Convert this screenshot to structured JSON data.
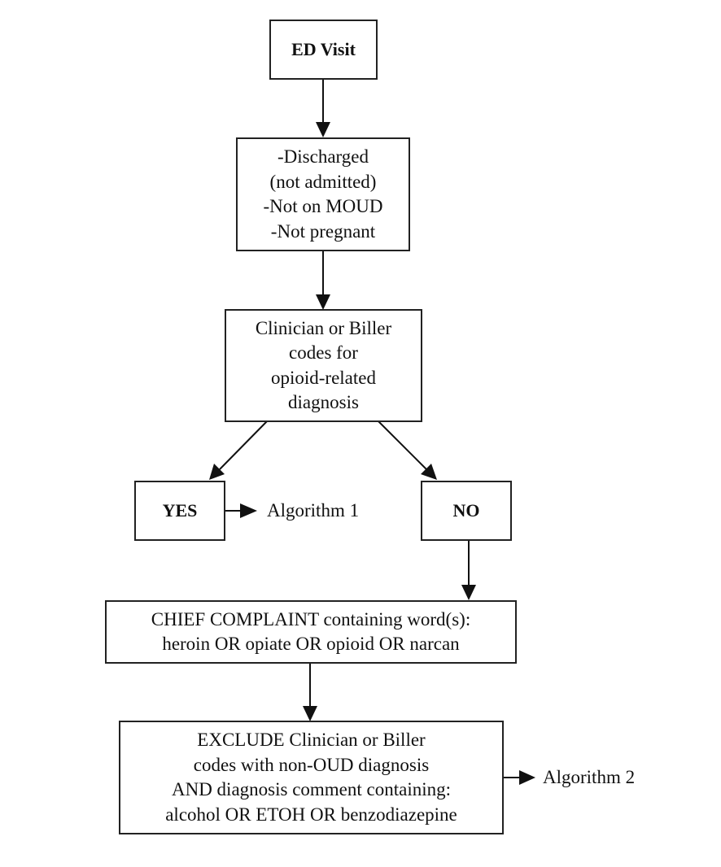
{
  "nodes": {
    "ed_visit": {
      "lines": [
        "ED Visit"
      ]
    },
    "criteria": {
      "lines": [
        "-Discharged",
        "(not admitted)",
        "-Not on MOUD",
        "-Not pregnant"
      ]
    },
    "coding": {
      "lines": [
        "Clinician or Biller",
        "codes for",
        "opioid-related",
        "diagnosis"
      ]
    },
    "yes": {
      "lines": [
        "YES"
      ]
    },
    "no": {
      "lines": [
        "NO"
      ]
    },
    "chief_complaint": {
      "lines": [
        "CHIEF COMPLAINT containing word(s):",
        "heroin OR opiate OR opioid OR narcan"
      ]
    },
    "exclude": {
      "lines": [
        "EXCLUDE Clinician or Biller",
        "codes with non-OUD diagnosis",
        "AND diagnosis comment containing:",
        "alcohol OR ETOH OR benzodiazepine"
      ]
    }
  },
  "outcomes": {
    "algorithm_1": "Algorithm 1",
    "algorithm_2": "Algorithm 2"
  }
}
